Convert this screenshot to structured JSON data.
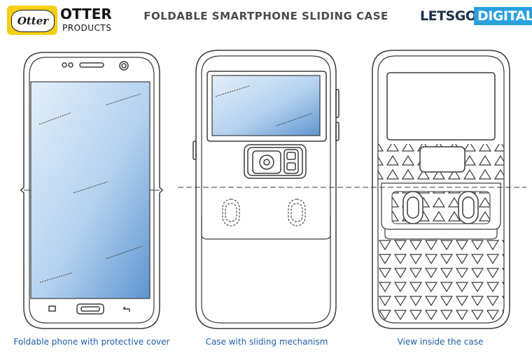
{
  "header": {
    "title": "FOLDABLE SMARTPHONE SLIDING CASE",
    "otter_badge": "Otter",
    "otter_word": "OTTER",
    "otter_sub": "PRODUCTS",
    "letsgo_a": "LETSGO",
    "letsgo_b": "DIGITAL"
  },
  "captions": [
    "Foldable phone with protective cover",
    "Case with sliding mechanism",
    "View inside the case"
  ],
  "colors": {
    "line": "#3a3a3a",
    "screen_light": "#e3effa",
    "screen_dark": "#5e95d0",
    "caption": "#1f5da8",
    "otter_yellow": "#f6cf16",
    "letsgo_blue": "#2aa0df"
  }
}
